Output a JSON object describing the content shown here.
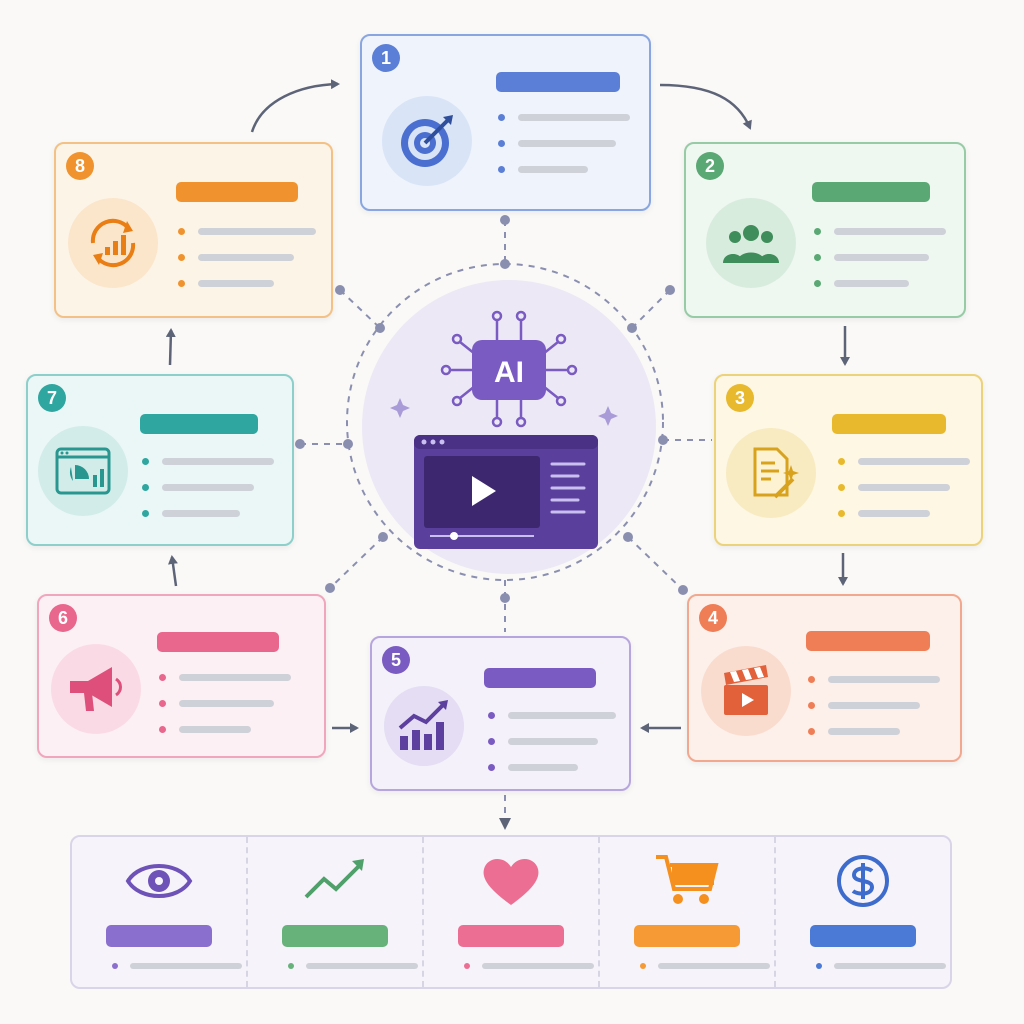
{
  "diagram": {
    "hub": {
      "chip_label": "AI",
      "icons": [
        "chip-icon",
        "video-player-icon",
        "sparkle-icon"
      ]
    },
    "steps": [
      {
        "number": "1",
        "icon": "target-icon",
        "accent": "#5b7fd6",
        "border": "#8aa6e0",
        "bg": "#eef3fc",
        "circle": "#d9e4f7"
      },
      {
        "number": "2",
        "icon": "team-icon",
        "accent": "#5aa873",
        "border": "#97cba6",
        "bg": "#eef7f0",
        "circle": "#d8ecdd"
      },
      {
        "number": "3",
        "icon": "script-magic-icon",
        "accent": "#e8b92c",
        "border": "#ecd27a",
        "bg": "#fdf7e4",
        "circle": "#f8ebc2"
      },
      {
        "number": "4",
        "icon": "clapperboard-icon",
        "accent": "#ef7d55",
        "border": "#f1a88e",
        "bg": "#fdf0ea",
        "circle": "#fadccf"
      },
      {
        "number": "5",
        "icon": "growth-chart-icon",
        "accent": "#7a5bc2",
        "border": "#b7a6dd",
        "bg": "#f4f1fa",
        "circle": "#e4ddf3"
      },
      {
        "number": "6",
        "icon": "megaphone-icon",
        "accent": "#e9668c",
        "border": "#f0a6bd",
        "bg": "#fdf0f4",
        "circle": "#fadbe5"
      },
      {
        "number": "7",
        "icon": "analytics-window-icon",
        "accent": "#2fa6a0",
        "border": "#8ccfcb",
        "bg": "#eaf7f6",
        "circle": "#d2ecea"
      },
      {
        "number": "8",
        "icon": "refresh-chart-icon",
        "accent": "#f0932e",
        "border": "#f3c185",
        "bg": "#fdf4e8",
        "circle": "#fbe6cc"
      }
    ],
    "outcomes": [
      {
        "icon": "eye-icon",
        "color": "#8b6fce"
      },
      {
        "icon": "trend-up-icon",
        "color": "#66b27a"
      },
      {
        "icon": "heart-icon",
        "color": "#ec6f93"
      },
      {
        "icon": "cart-icon",
        "color": "#f59a35"
      },
      {
        "icon": "dollar-icon",
        "color": "#4a79d6"
      }
    ]
  }
}
